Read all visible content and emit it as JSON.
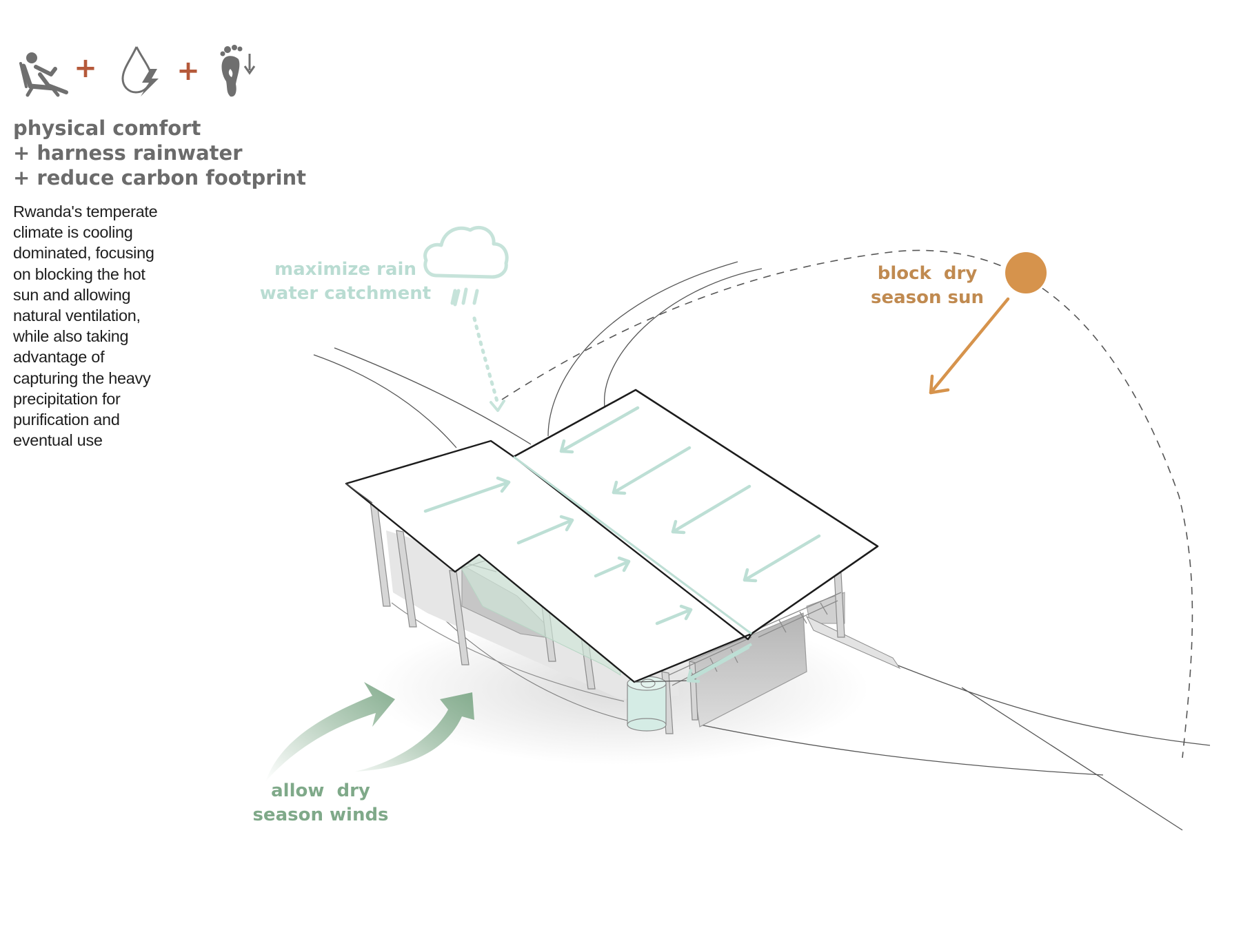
{
  "icons": [
    {
      "name": "reclining-chair-icon",
      "meaning": "physical comfort"
    },
    {
      "name": "water-drop-lightning-icon",
      "meaning": "harness rainwater"
    },
    {
      "name": "footprint-down-icon",
      "meaning": "reduce carbon footprint"
    }
  ],
  "plus_symbol": "+",
  "heading": {
    "line1": "physical comfort",
    "line2": "+ harness rainwater",
    "line3": "+ reduce carbon footprint"
  },
  "body": {
    "lines": [
      "Rwanda's temperate",
      "climate is cooling",
      "dominated, focusing",
      "on blocking the hot",
      "sun and allowing",
      "natural ventilation,",
      "while also taking",
      "advantage of",
      "capturing the heavy",
      "precipitation for",
      "purification and",
      "eventual use"
    ]
  },
  "labels": {
    "rain": {
      "line1": "maximize rain",
      "line2": "water catchment"
    },
    "sun": {
      "line1": "block  dry",
      "line2": "season sun"
    },
    "wind": {
      "line1": "allow  dry",
      "line2": "season winds"
    }
  },
  "colors": {
    "heading": "#6b6b6b",
    "text": "#1e1e1e",
    "plus": "#b5593a",
    "icon": "#6f6f6f",
    "rain": "#b9dcd2",
    "sun": "#d6934c",
    "sun_label": "#c08a50",
    "wind": "#7fa989",
    "roof_arrows": "#bddfd5",
    "structure": "#c9c9c9"
  }
}
